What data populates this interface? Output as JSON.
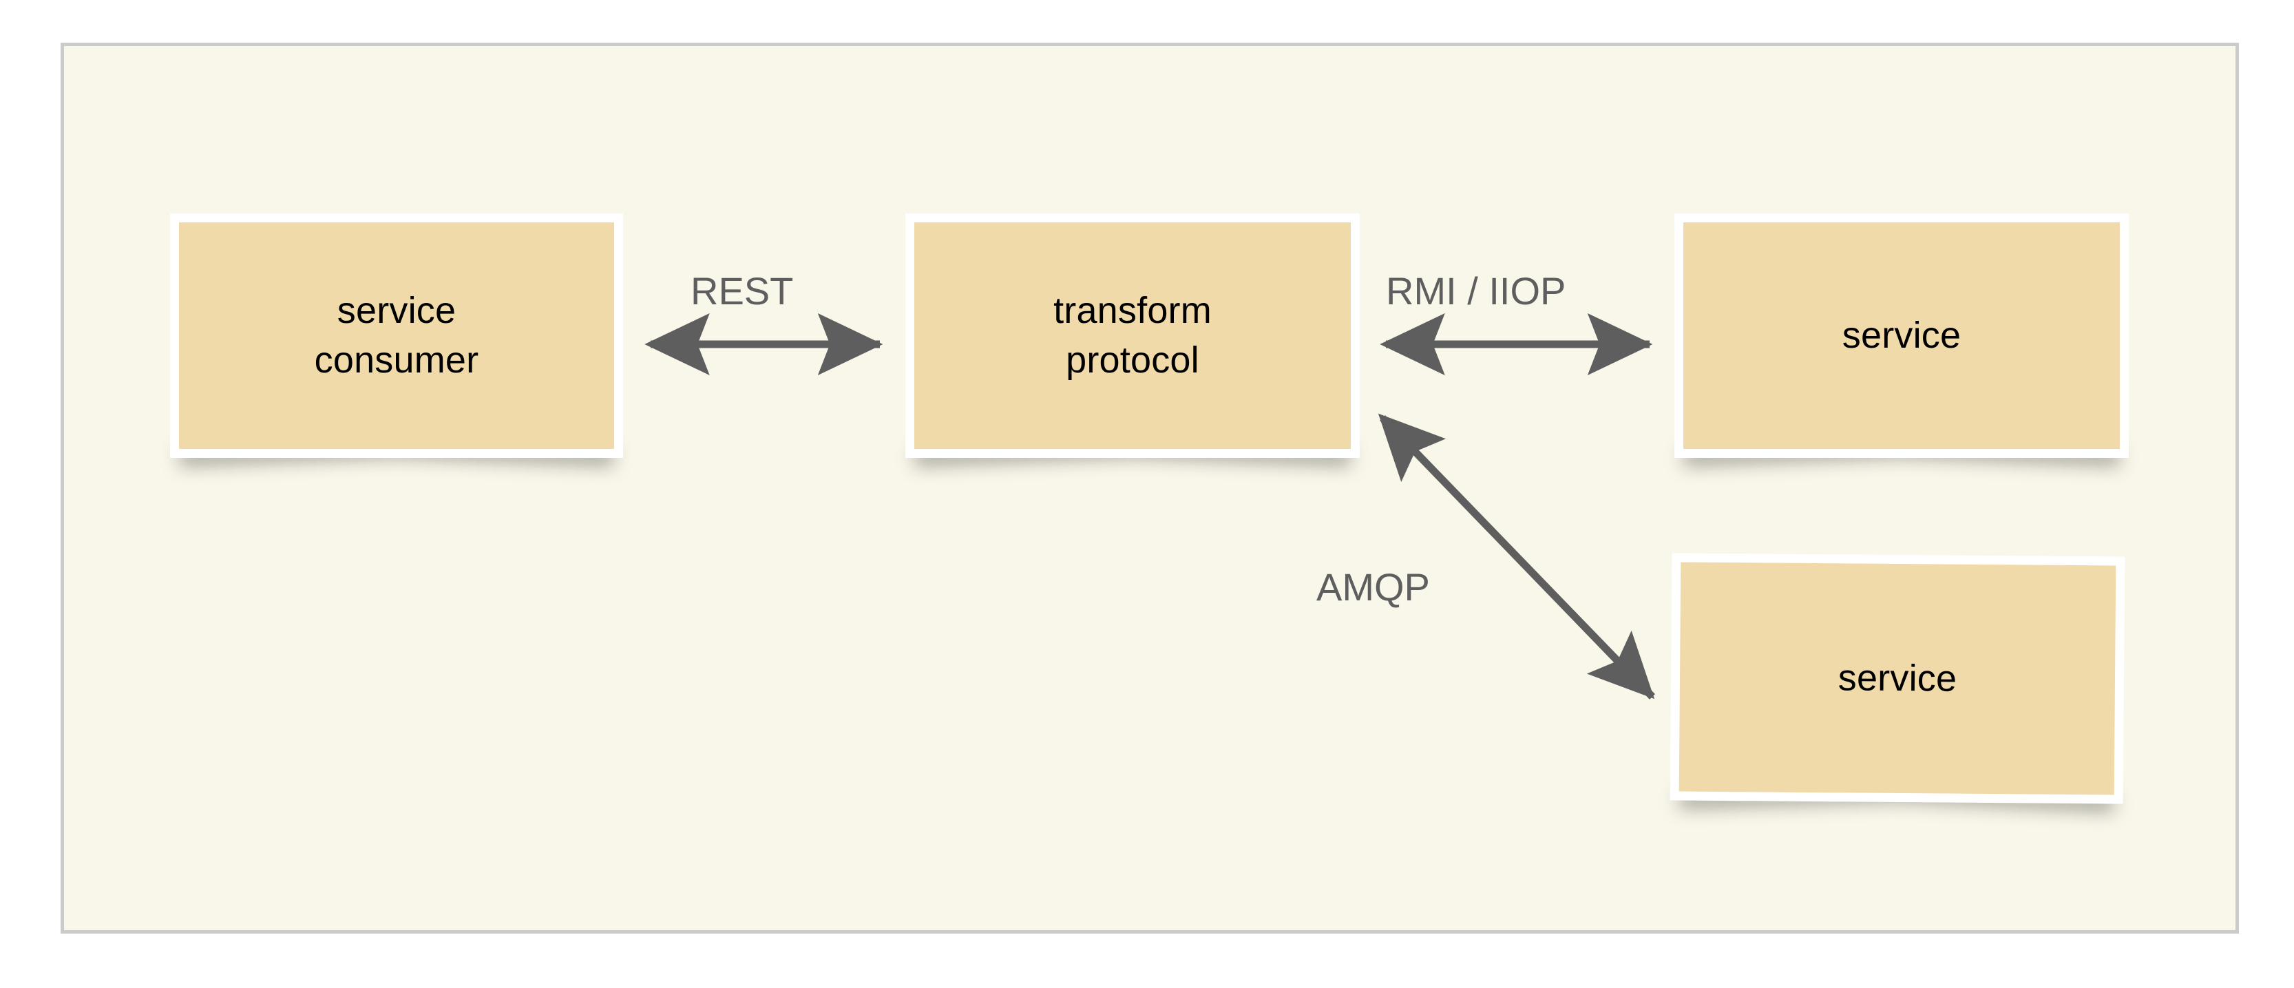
{
  "diagram": {
    "type": "architecture-flow",
    "background_color": "#f9f7ea",
    "frame_border_color": "#cbcbcb",
    "node_fill_color": "#f1daa9",
    "node_frame_color": "#ffffff",
    "connector_color": "#5e5e5e",
    "label_color": "#5e5e5e",
    "node_text_color": "#000000",
    "nodes": [
      {
        "id": "service-consumer",
        "label": "service\nconsumer",
        "column": 1,
        "row": 1
      },
      {
        "id": "transform-protocol",
        "label": "transform\nprotocol",
        "column": 2,
        "row": 1
      },
      {
        "id": "service-upper",
        "label": "service",
        "column": 3,
        "row": 1
      },
      {
        "id": "service-lower",
        "label": "service",
        "column": 3,
        "row": 2
      }
    ],
    "edges": [
      {
        "id": "rest",
        "label": "REST",
        "from": "service-consumer",
        "to": "transform-protocol",
        "direction": "bidirectional",
        "orientation": "horizontal"
      },
      {
        "id": "rmi-iiop",
        "label": "RMI / IIOP",
        "from": "transform-protocol",
        "to": "service-upper",
        "direction": "bidirectional",
        "orientation": "horizontal"
      },
      {
        "id": "amqp",
        "label": "AMQP",
        "from": "transform-protocol",
        "to": "service-lower",
        "direction": "bidirectional",
        "orientation": "diagonal"
      }
    ]
  }
}
